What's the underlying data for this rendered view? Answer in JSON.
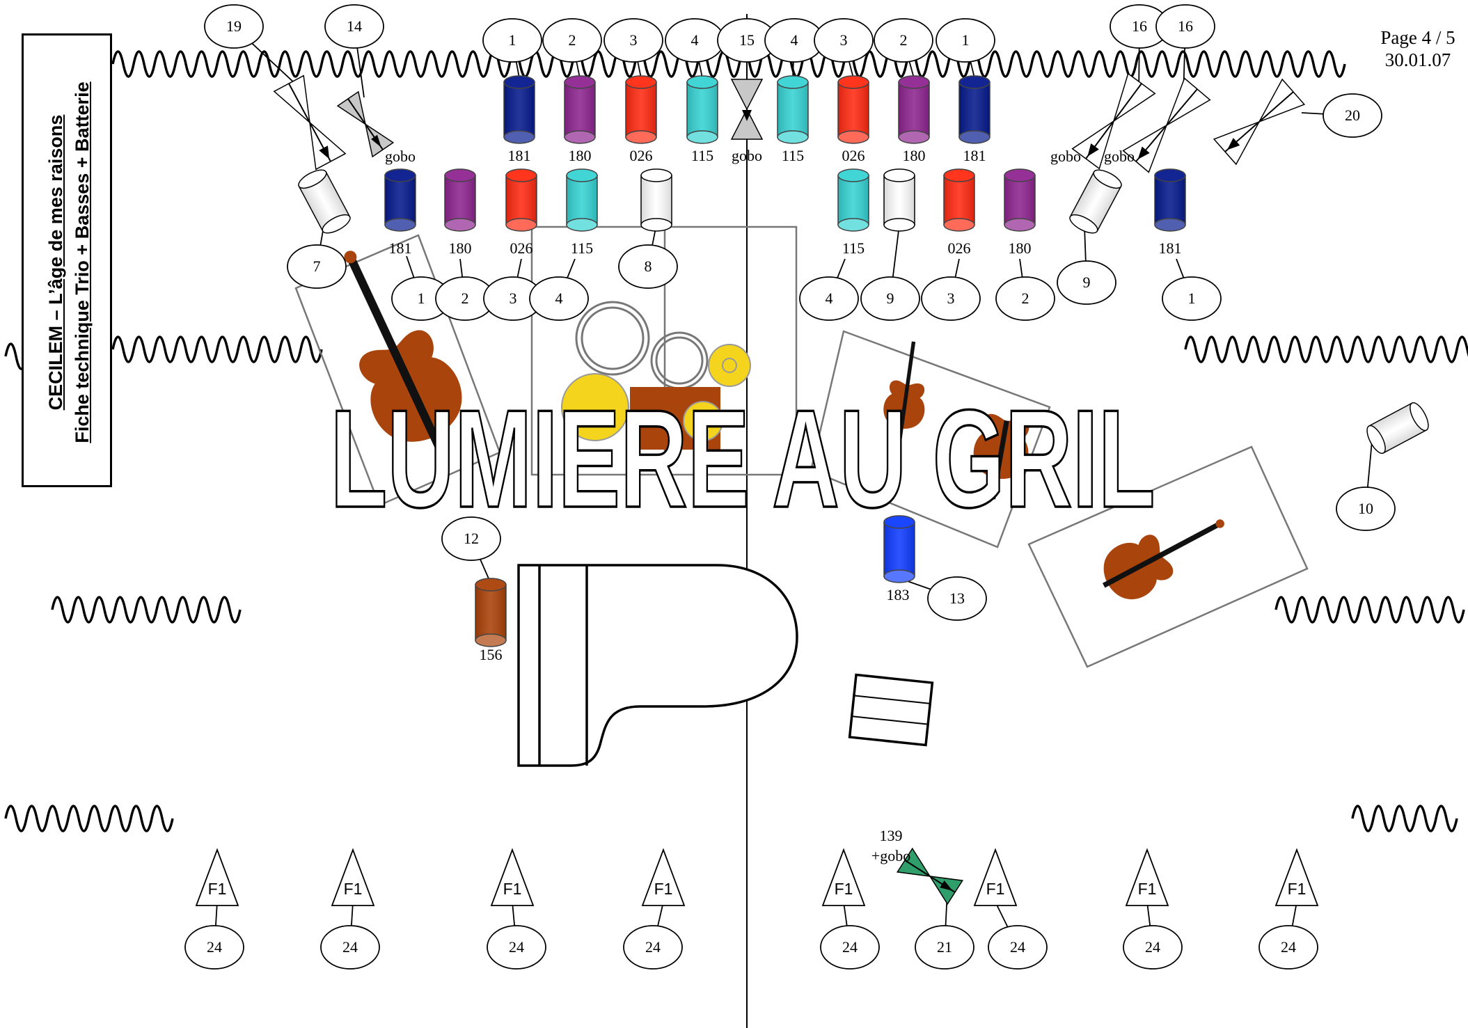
{
  "title": {
    "line1": "CECILEM – L’âge de mes raisons",
    "line2": "Fiche technique Trio + Basses + Batterie"
  },
  "page": {
    "number": "Page 4 / 5",
    "date": "30.01.07"
  },
  "watermark": "LUMIERE AU GRIL",
  "colors": {
    "181": "#051a8d",
    "180": "#8e2590",
    "026": "#ff2a12",
    "115": "#37d3d3",
    "183": "#0f3cff",
    "156": "#aa4208",
    "139": "#2f9e6a",
    "white": "#ffffff"
  },
  "top_row": {
    "labels": [
      "181",
      "180",
      "026",
      "115",
      "gobo",
      "115",
      "026",
      "180",
      "181"
    ],
    "callouts": [
      "1",
      "2",
      "3",
      "4",
      "15",
      "4",
      "3",
      "2",
      "1"
    ]
  },
  "second_row": {
    "labels": [
      "181",
      "180",
      "026",
      "115",
      "115",
      "026",
      "180",
      "181"
    ],
    "callouts": [
      "7",
      "1",
      "2",
      "3",
      "4",
      "8",
      "4",
      "9",
      "3",
      "2",
      "9",
      "1"
    ]
  },
  "gobo_labels": [
    "gobo",
    "gobo",
    "gobo"
  ],
  "side_callouts": [
    "19",
    "14",
    "16",
    "16",
    "20",
    "10",
    "12",
    "13"
  ],
  "floor_labels": [
    "156",
    "183",
    "139",
    "+gobo"
  ],
  "foh": {
    "lamp": "F1",
    "callout": "24",
    "special_callout": "21"
  }
}
